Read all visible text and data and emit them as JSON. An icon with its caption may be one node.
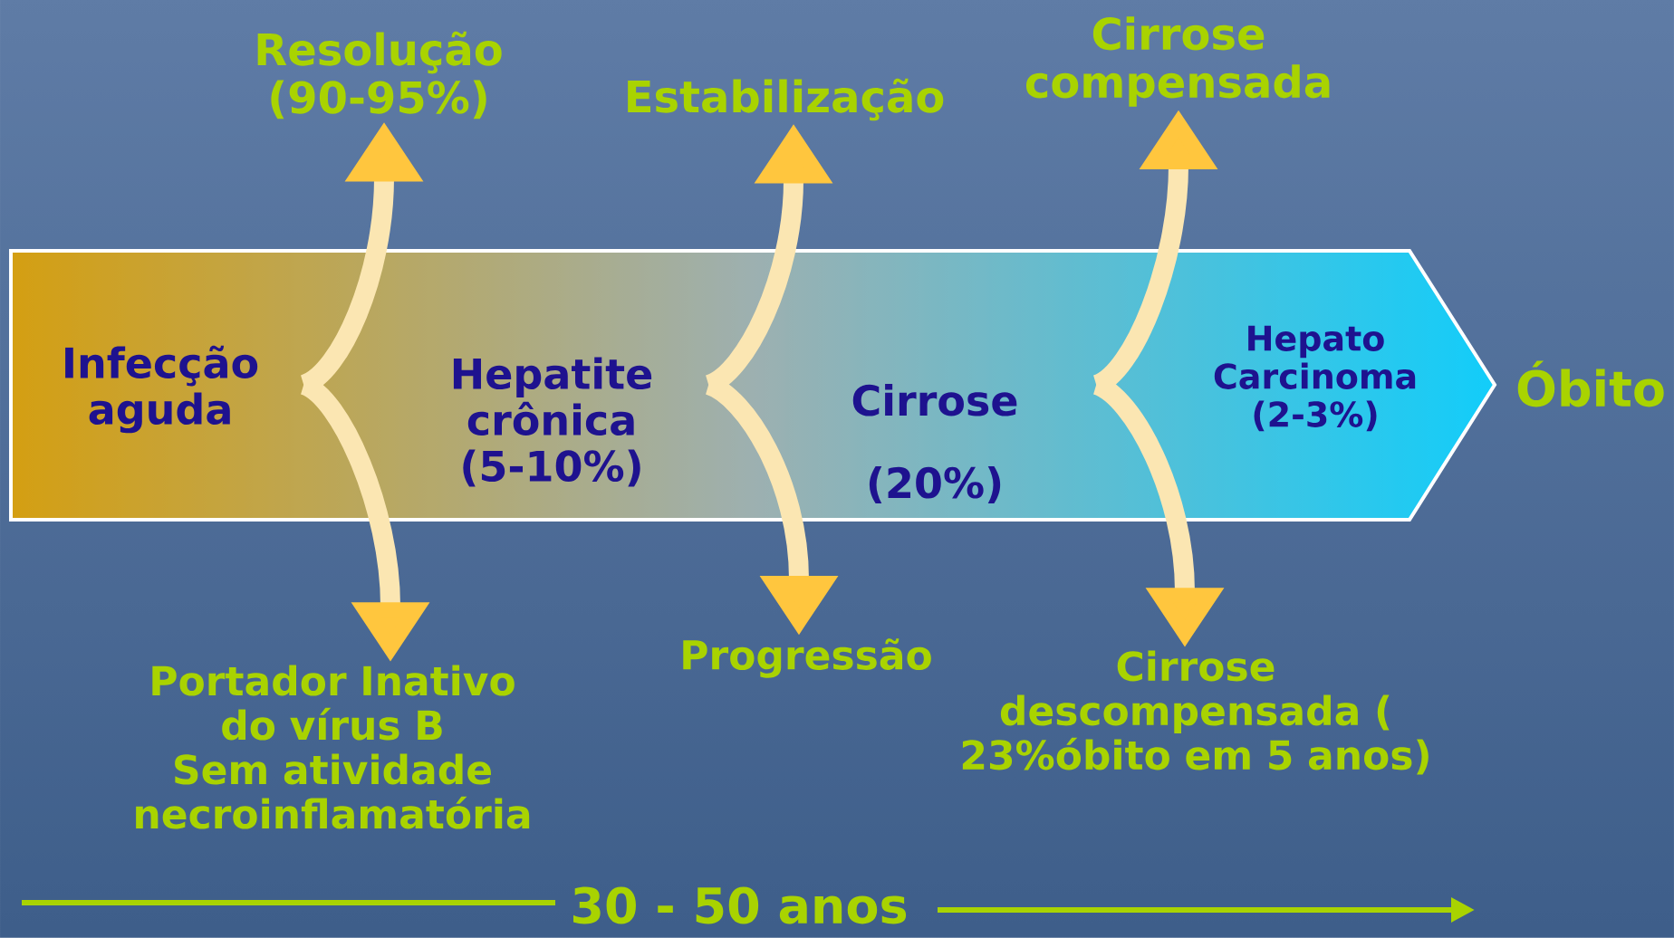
{
  "diagram": {
    "nodes": [
      {
        "text": [
          "Resolução (90-95%)"
        ]
      },
      {
        "text": [
          "Estabilização"
        ]
      },
      {
        "text": [
          "Cirrose compensada"
        ]
      },
      {
        "text": [],
        "shape": "arrow"
      },
      {
        "text": [
          "Infecção aguda"
        ],
        "in": 3
      },
      {
        "text": [
          "Hepatite crônica (5-10%)"
        ],
        "in": 3
      },
      {
        "text": [
          "Cirrose",
          "(20%)"
        ],
        "in": 3
      },
      {
        "text": [
          "Hepato Carcinoma (2-3%)"
        ],
        "in": 3
      },
      {
        "text": [
          "Portador Inativo do vírus B Sem atividade necroinflamatória"
        ]
      },
      {
        "text": [
          "Progressão"
        ]
      },
      {
        "text": [
          "Cirrose descompensada ( 23%óbito em 5 anos)"
        ]
      }
    ],
    "edges": [
      {
        "from": 4,
        "to": 0,
        "arrow": "to"
      },
      {
        "from": 4,
        "to": 8,
        "arrow": "to"
      },
      {
        "from": 5,
        "to": 1,
        "arrow": "to"
      },
      {
        "from": 5,
        "to": 9,
        "arrow": "to"
      },
      {
        "from": 6,
        "to": 2,
        "arrow": "to"
      },
      {
        "from": 6,
        "to": 10,
        "arrow": "to"
      }
    ],
    "labels": [
      "Óbito",
      "30 - 50 anos"
    ]
  }
}
